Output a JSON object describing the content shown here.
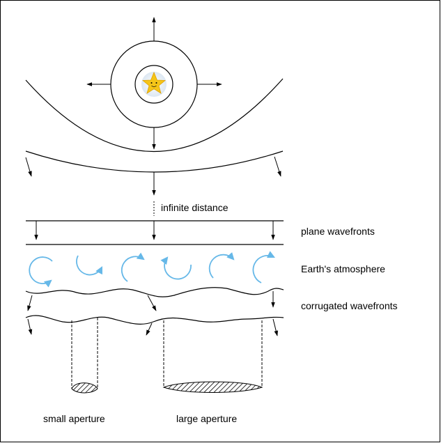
{
  "labels": {
    "infinite_distance": "infinite distance",
    "plane_wavefronts": "plane wavefronts",
    "atmosphere": "Earth's atmosphere",
    "corrugated_wavefronts": "corrugated wavefronts",
    "small_aperture": "small aperture",
    "large_aperture": "large aperture"
  },
  "icons": {
    "star": "star-icon",
    "turbulence_eddy": "circular-arrow-icon"
  },
  "colors": {
    "ink": "#000000",
    "turbulence": "#66b8e8",
    "star_fill": "#f5c518",
    "star_glow": "#dce7f2"
  }
}
